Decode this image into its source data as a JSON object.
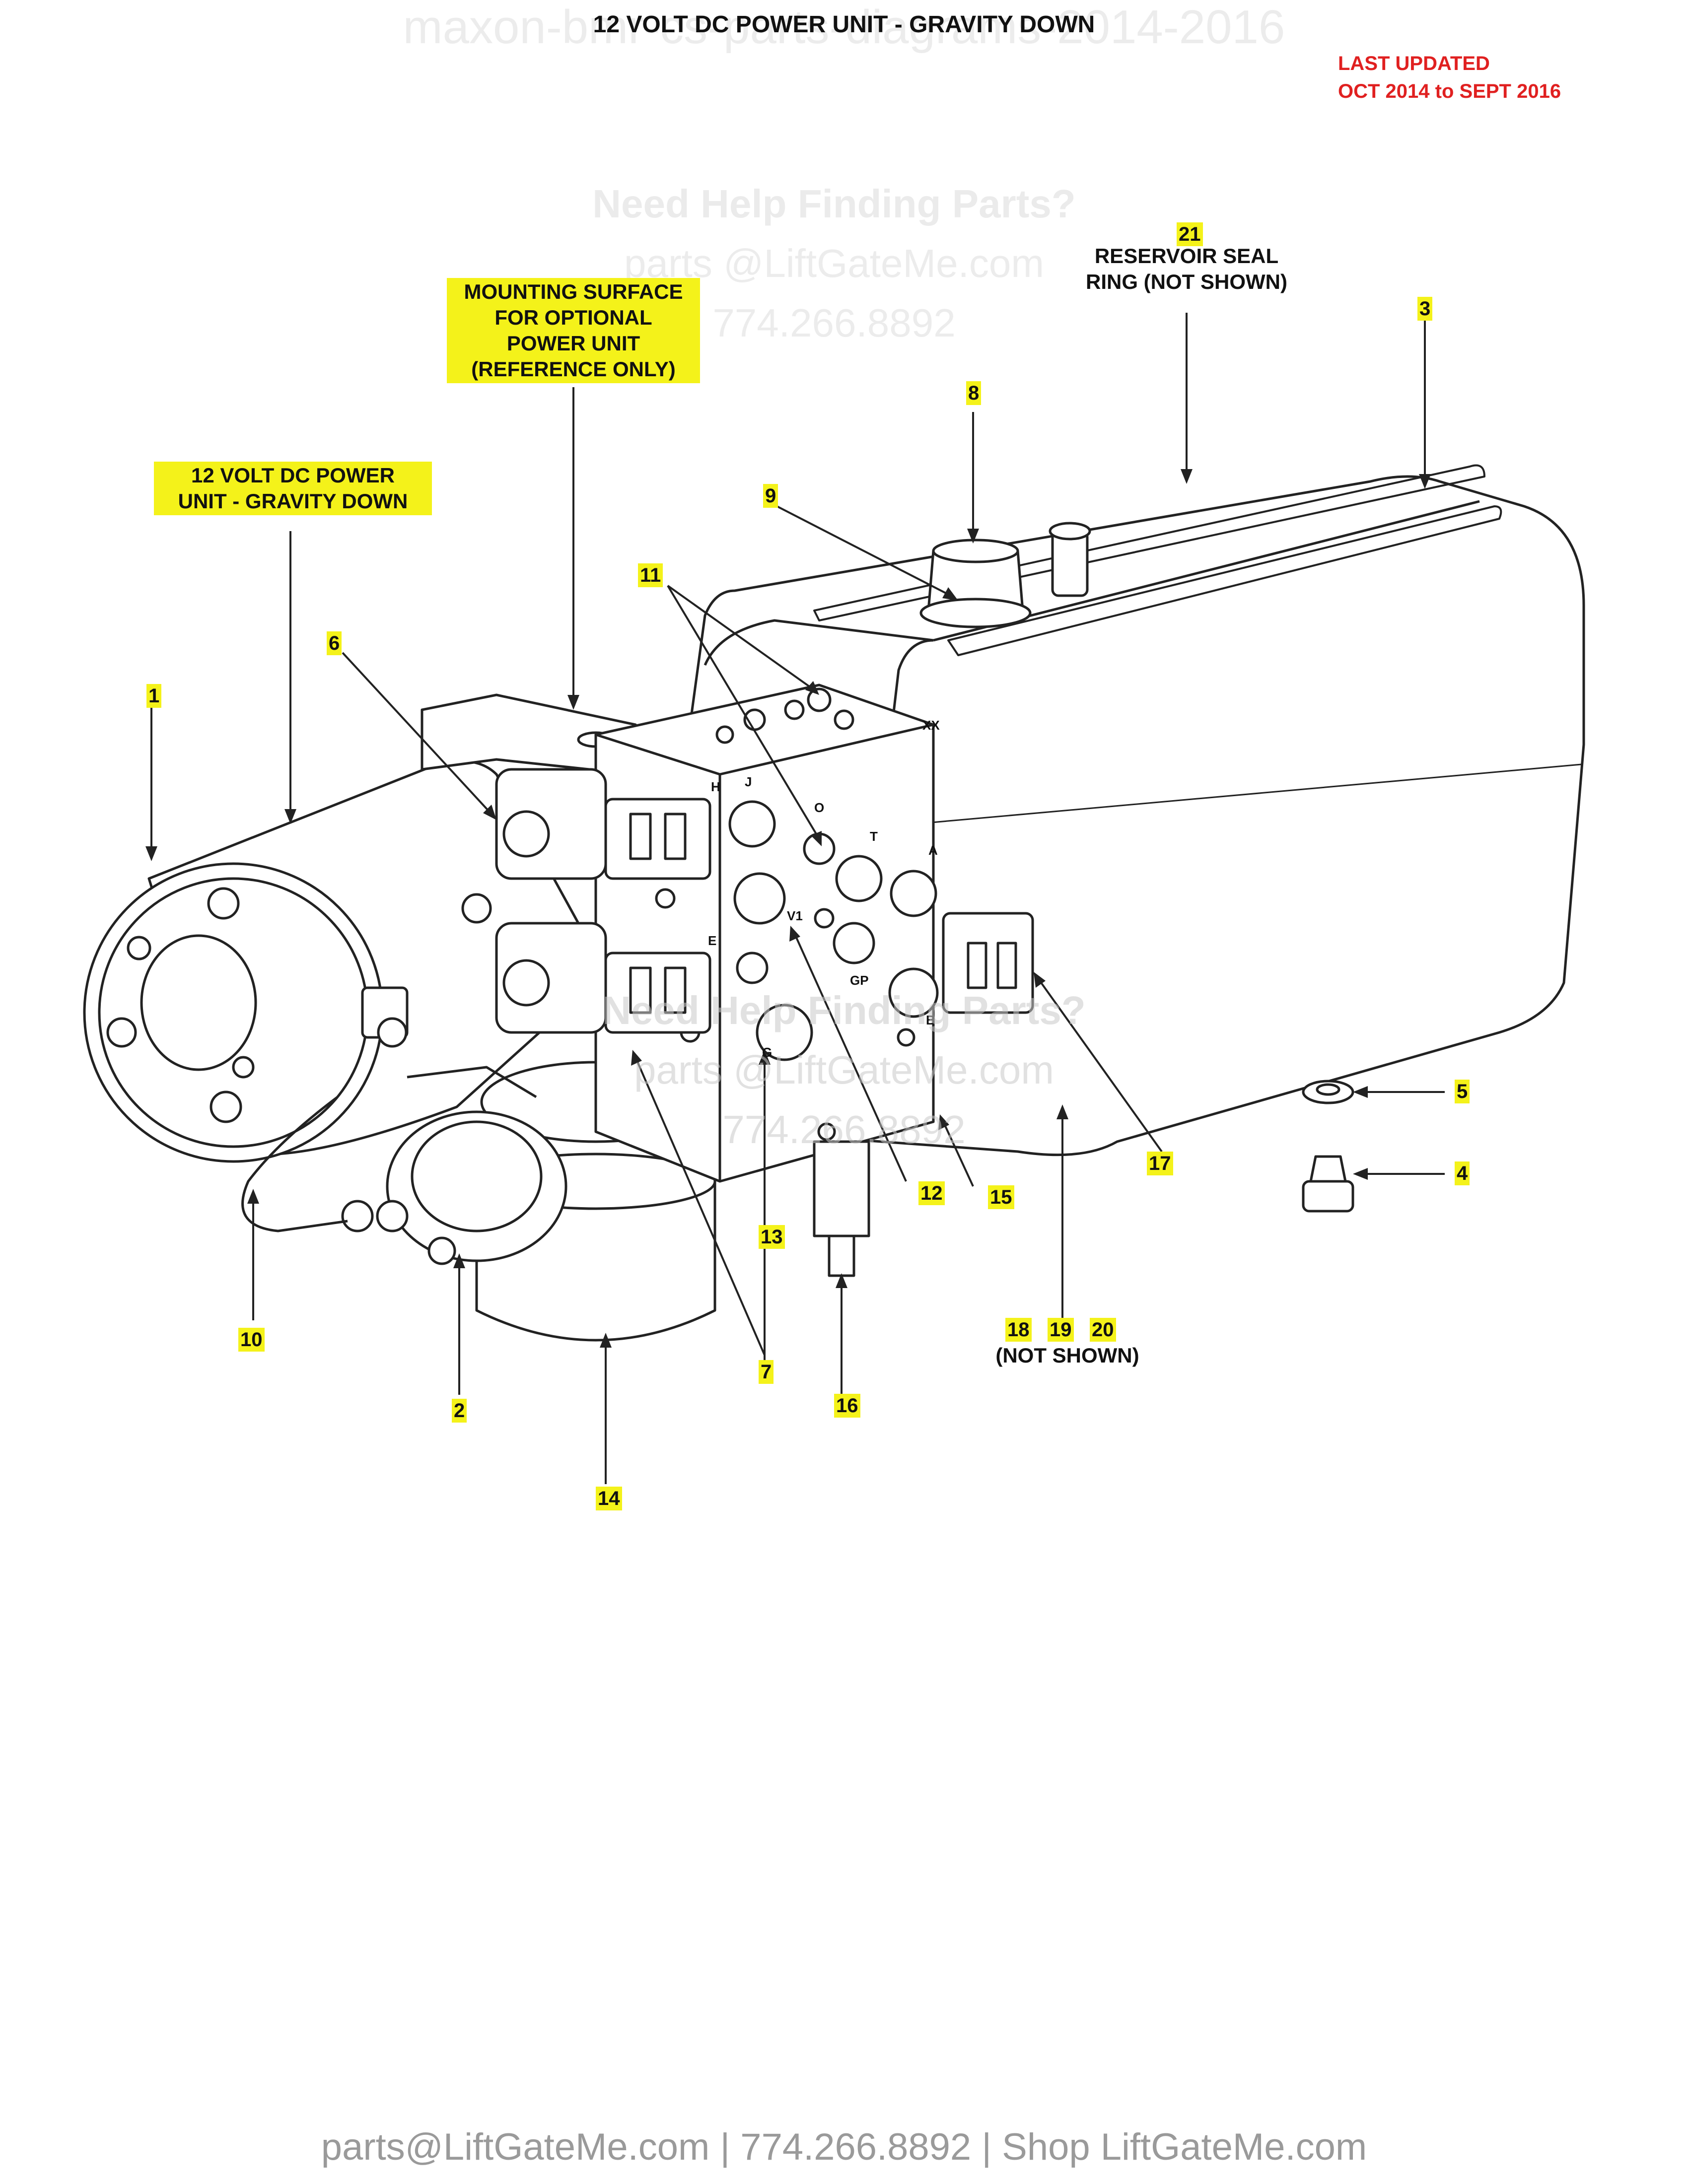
{
  "header": {
    "title": "12 VOLT DC POWER UNIT - GRAVITY DOWN",
    "watermark": "maxon-bmr-cs-parts-diagrams-2014-2016",
    "last_updated_line1": "LAST UPDATED",
    "last_updated_line2": "OCT 2014 to SEPT 2016"
  },
  "watermarks": {
    "help": "Need Help Finding Parts?",
    "email": "parts @LiftGateMe.com",
    "phone": "774.266.8892"
  },
  "callouts": {
    "mounting_surface": [
      "MOUNTING SURFACE",
      "FOR OPTIONAL",
      "POWER UNIT",
      "(REFERENCE ONLY)"
    ],
    "power_unit": [
      "12 VOLT DC POWER",
      "UNIT - GRAVITY DOWN"
    ],
    "reservoir_seal": [
      "RESERVOIR SEAL",
      "RING (NOT SHOWN)"
    ],
    "not_shown": "(NOT SHOWN)"
  },
  "parts": {
    "p1": "1",
    "p2": "2",
    "p3": "3",
    "p4": "4",
    "p5": "5",
    "p6": "6",
    "p7": "7",
    "p8": "8",
    "p9": "9",
    "p10": "10",
    "p11": "11",
    "p12": "12",
    "p13": "13",
    "p14": "14",
    "p15": "15",
    "p16": "16",
    "p17": "17",
    "p18": "18",
    "p19": "19",
    "p20": "20",
    "p21": "21"
  },
  "port_letters": {
    "h": "H",
    "j": "J",
    "o": "O",
    "t": "T",
    "a": "A",
    "v1": "V1",
    "e": "E",
    "gp": "GP",
    "b": "B",
    "g": "G",
    "xx": "XX"
  },
  "footer": "parts@LiftGateMe.com | 774.266.8892 | Shop LiftGateMe.com"
}
